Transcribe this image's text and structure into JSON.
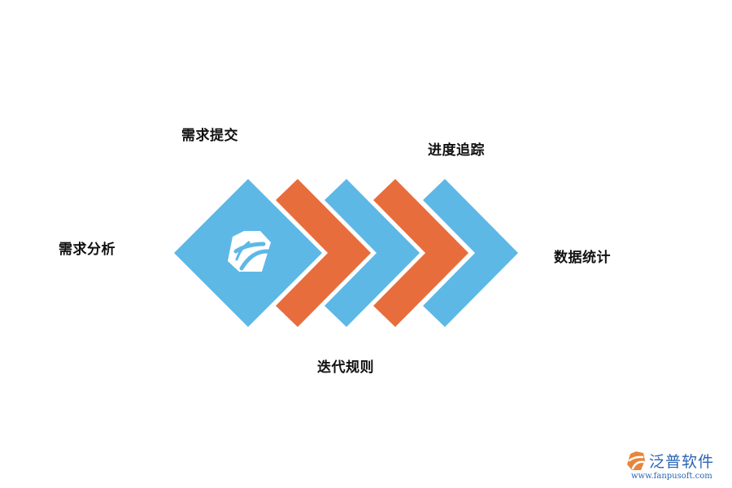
{
  "steps": {
    "step1": "需求分析",
    "step2": "需求提交",
    "step3": "迭代规则",
    "step4": "进度追踪",
    "step5": "数据统计"
  },
  "colors": {
    "blue": "#5db8e6",
    "orange": "#e86d3d",
    "logo_white": "#ffffff"
  },
  "icons": {
    "center": "fanpu-logo-icon",
    "watermark": "fanpu-logo-icon"
  },
  "watermark": {
    "brand": "泛普软件",
    "url": "www.fanpusoft.com"
  }
}
